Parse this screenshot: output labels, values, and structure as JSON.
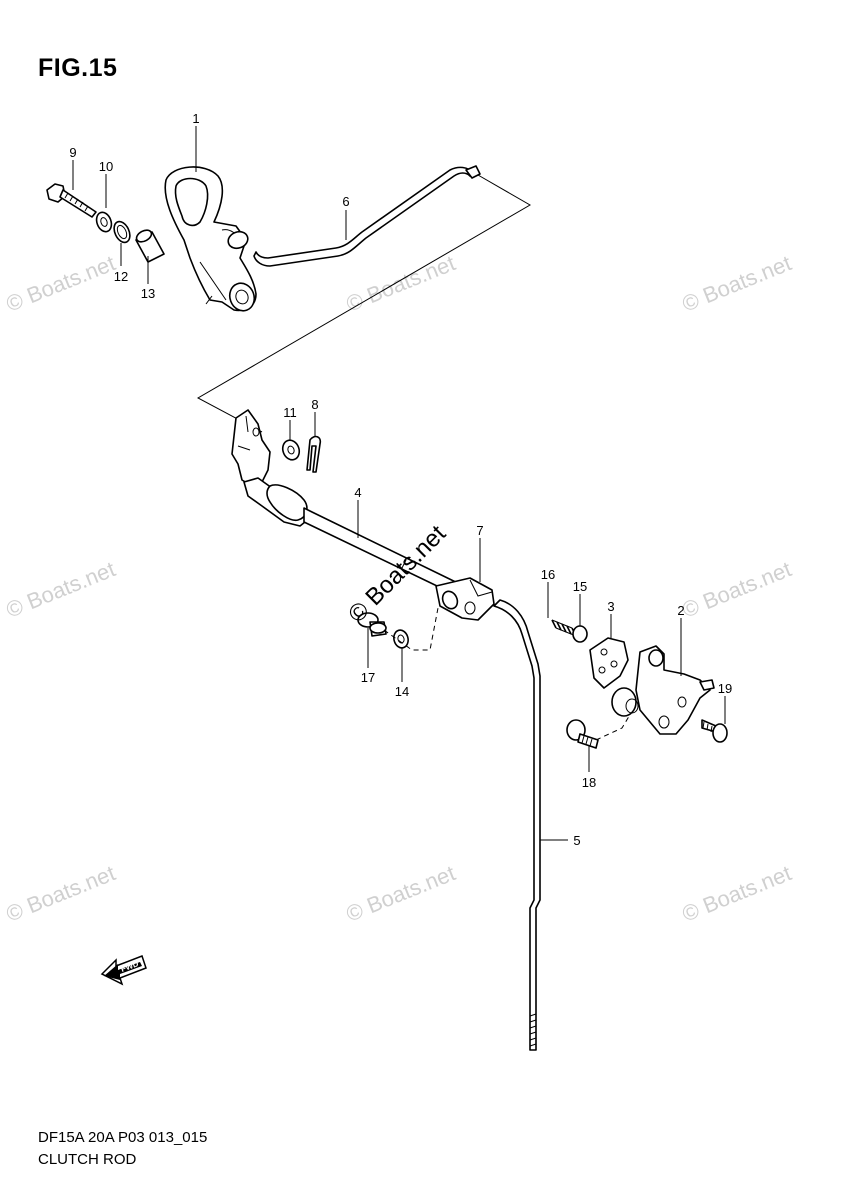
{
  "figure": {
    "title": "FIG.15",
    "code": "DF15A 20A P03 013_015",
    "name": "CLUTCH ROD"
  },
  "fwd_label": "FWD",
  "watermark": "© Boats.net",
  "callouts": [
    {
      "id": "1",
      "label": "1"
    },
    {
      "id": "2",
      "label": "2"
    },
    {
      "id": "3",
      "label": "3"
    },
    {
      "id": "4",
      "label": "4"
    },
    {
      "id": "5",
      "label": "5"
    },
    {
      "id": "6",
      "label": "6"
    },
    {
      "id": "7",
      "label": "7"
    },
    {
      "id": "8",
      "label": "8"
    },
    {
      "id": "9",
      "label": "9"
    },
    {
      "id": "10",
      "label": "10"
    },
    {
      "id": "11",
      "label": "11"
    },
    {
      "id": "12",
      "label": "12"
    },
    {
      "id": "13",
      "label": "13"
    },
    {
      "id": "14",
      "label": "14"
    },
    {
      "id": "15",
      "label": "15"
    },
    {
      "id": "16",
      "label": "16"
    },
    {
      "id": "17",
      "label": "17"
    },
    {
      "id": "18",
      "label": "18"
    },
    {
      "id": "19",
      "label": "19"
    }
  ]
}
